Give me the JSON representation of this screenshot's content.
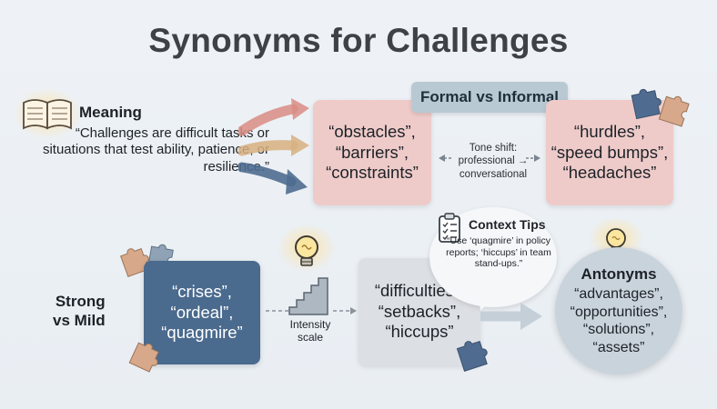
{
  "title": "Synonyms for Challenges",
  "meaning": {
    "heading": "Meaning",
    "text": "“Challenges are difficult tasks or situations that test ability, patience, or resilience.”"
  },
  "formal_vs_informal": {
    "label": "Formal vs Informal",
    "formal_words": [
      "“obstacles”,",
      "“barriers”,",
      "“constraints”"
    ],
    "informal_words": [
      "“hurdles”,",
      "“speed bumps”,",
      "“headaches”"
    ],
    "tone_shift": [
      "Tone shift:",
      "professional →",
      "conversational"
    ]
  },
  "strong_vs_mild": {
    "label_line1": "Strong",
    "label_line2": "vs Mild",
    "strong_words": [
      "“crises”,",
      "“ordeal”,",
      "“quagmire”"
    ],
    "mild_words": [
      "“difficulties”,",
      "“setbacks”,",
      "“hiccups”"
    ],
    "scale_label_line1": "Intensity",
    "scale_label_line2": "scale"
  },
  "context_tips": {
    "heading": "Context Tips",
    "text": "“Use ‘quagmire’ in policy reports; ‘hiccups’ in team stand-ups.”"
  },
  "antonyms": {
    "heading": "Antonyms",
    "words": [
      "“advantages”,",
      "“opportunities”,",
      "“solutions”,",
      "“assets”"
    ]
  },
  "icons": [
    "open-book-icon",
    "lightbulb-icon",
    "clipboard-checklist-icon",
    "puzzle-piece-icon",
    "stairs-icon"
  ],
  "colors": {
    "formal_box": "#eecbc9",
    "informal_box": "#eecbc9",
    "strong_box": "#4a6a8e",
    "mild_box": "#dcdfe4",
    "antonym_circle": "#c9d3dc",
    "pill": "#b9c9d4",
    "arrow_pink": "#d98c84",
    "arrow_tan": "#d8b080",
    "arrow_blue": "#4f6c90"
  }
}
